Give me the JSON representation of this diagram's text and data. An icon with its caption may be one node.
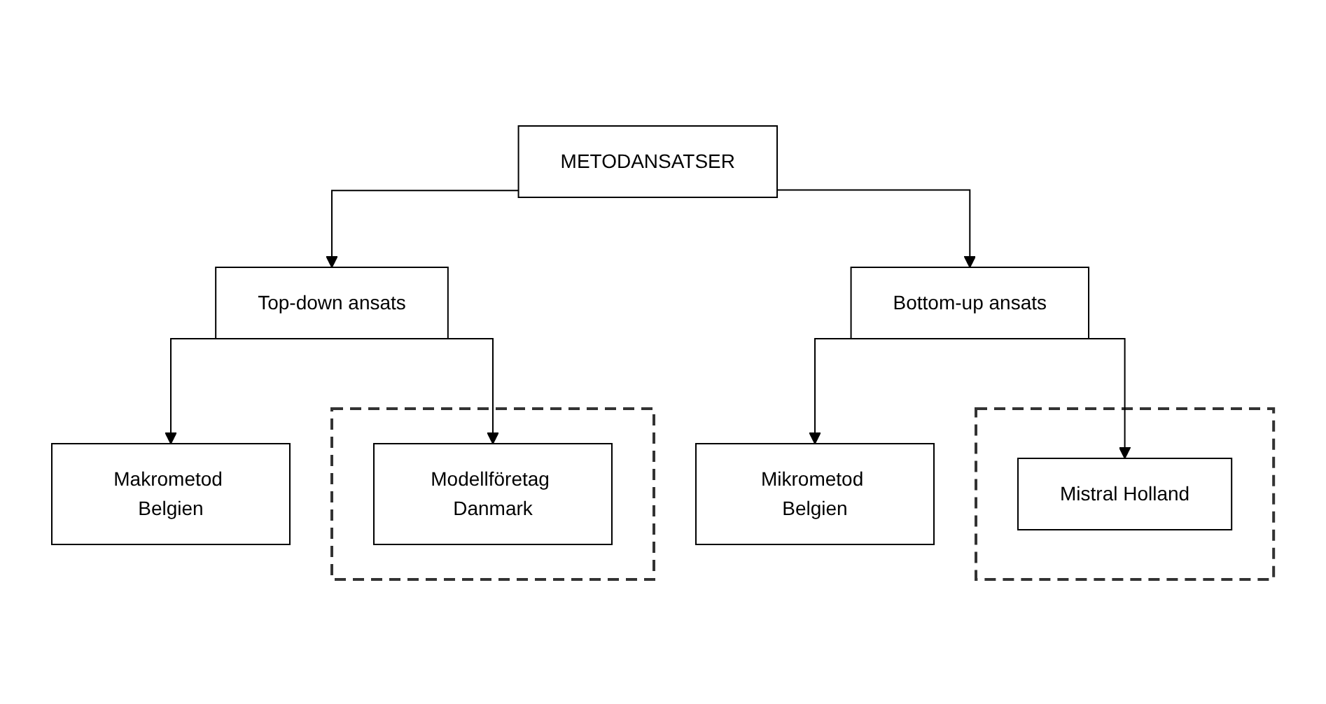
{
  "diagram": {
    "nodes": [
      {
        "text": [
          "METODANSATSER"
        ]
      },
      {
        "text": [
          "Top-down ansats"
        ]
      },
      {
        "text": [
          "Bottom-up ansats"
        ]
      },
      {
        "text": [
          "Makrometod Belgien"
        ]
      },
      {
        "text": [],
        "shape": "box"
      },
      {
        "text": [
          "Modellföretag Danmark"
        ],
        "in": 4
      },
      {
        "text": [
          "Mikrometod Belgien"
        ]
      },
      {
        "text": [],
        "shape": "box"
      },
      {
        "text": [
          "Mistral Holland"
        ],
        "in": 7
      }
    ],
    "edges": [
      {
        "from": 0,
        "to": 1,
        "arrow": "to"
      },
      {
        "from": 0,
        "to": 2,
        "arrow": "to"
      },
      {
        "from": 1,
        "to": 3,
        "arrow": "to"
      },
      {
        "from": 1,
        "to": 5,
        "arrow": "to"
      },
      {
        "from": 2,
        "to": 6,
        "arrow": "to"
      },
      {
        "from": 2,
        "to": 8,
        "arrow": "to"
      }
    ]
  }
}
